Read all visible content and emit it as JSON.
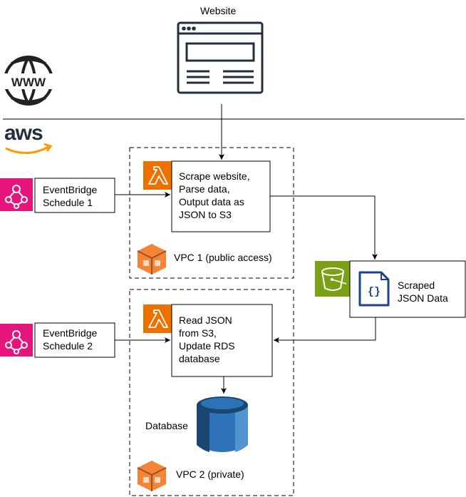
{
  "website": {
    "label": "Website"
  },
  "provider": {
    "label": "aws"
  },
  "schedules": [
    {
      "label": "EventBridge\nSchedule 1"
    },
    {
      "label": "EventBridge\nSchedule 2"
    }
  ],
  "lambdas": [
    {
      "label": "Scrape website,\nParse data,\nOutput data as\nJSON to S3"
    },
    {
      "label": "Read JSON\nfrom S3,\nUpdate RDS\ndatabase"
    }
  ],
  "vpcs": [
    {
      "label": "VPC 1 (public access)"
    },
    {
      "label": "VPC 2 (private)"
    }
  ],
  "storage": {
    "label": "Scraped\nJSON Data"
  },
  "database": {
    "label": "Database"
  },
  "icons": {
    "globe": "globe-www-icon",
    "browser": "browser-window-icon",
    "eventbridge": "eventbridge-icon",
    "lambda": "lambda-icon",
    "vpc": "vpc-icon",
    "s3": "s3-bucket-icon",
    "json": "json-document-icon",
    "rds": "rds-database-icon"
  },
  "colors": {
    "eventbridge": "#E7157B",
    "lambda": "#ED7100",
    "vpc": "#F58536",
    "s3": "#7AA116",
    "json_doc": "#1F3F8F",
    "rds_dark": "#1A476F",
    "rds_mid": "#2E73B8",
    "rds_light": "#5294CF",
    "aws_smile": "#FF9900"
  }
}
